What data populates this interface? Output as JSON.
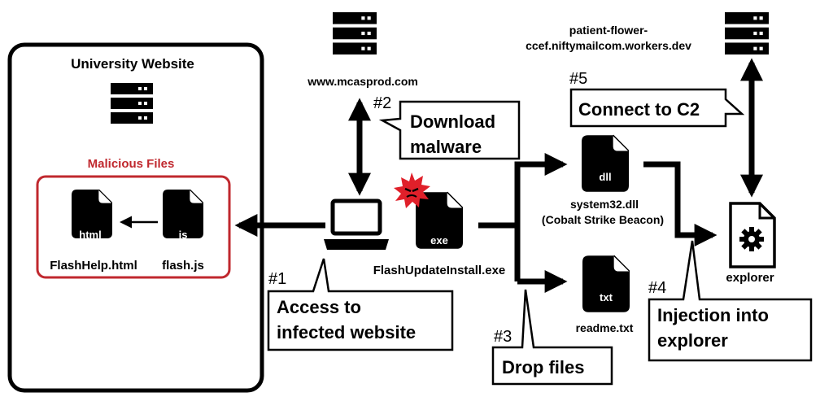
{
  "university": {
    "title": "University Website",
    "malicious_label": "Malicious Files",
    "files": {
      "html": {
        "ext": "html",
        "name": "FlashHelp.html"
      },
      "js": {
        "ext": "js",
        "name": "flash.js"
      }
    }
  },
  "servers": {
    "download": "www.mcasprod.com",
    "c2_line1": "patient-flower-",
    "c2_line2": "ccef.niftymailcom.workers.dev"
  },
  "exe": {
    "ext": "exe",
    "name": "FlashUpdateInstall.exe"
  },
  "dll": {
    "ext": "dll",
    "name": "system32.dll",
    "sub": "(Cobalt Strike Beacon)"
  },
  "txt": {
    "ext": "txt",
    "name": "readme.txt"
  },
  "explorer": {
    "name": "explorer"
  },
  "steps": {
    "s1": {
      "num": "#1",
      "line1": "Access to",
      "line2": "infected website"
    },
    "s2": {
      "num": "#2",
      "line1": "Download",
      "line2": "malware"
    },
    "s3": {
      "num": "#3",
      "line1": "Drop files"
    },
    "s4": {
      "num": "#4",
      "line1": "Injection into",
      "line2": "explorer"
    },
    "s5": {
      "num": "#5",
      "line1": "Connect to C2"
    }
  },
  "colors": {
    "malicious": "#c0282e",
    "ink": "#000000",
    "burst": "#e0202a"
  }
}
